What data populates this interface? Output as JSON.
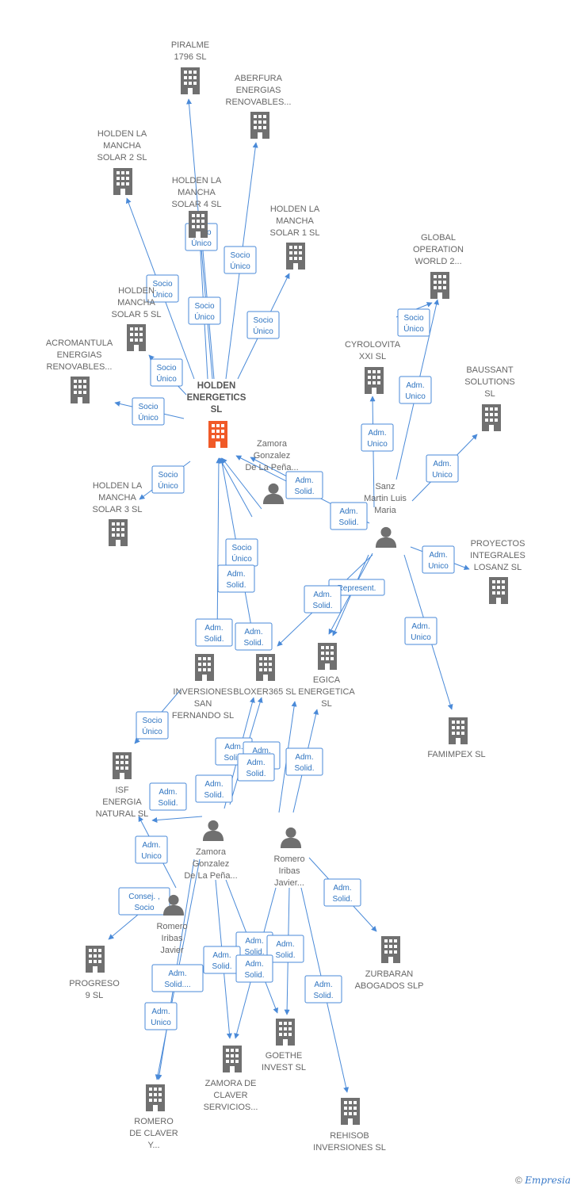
{
  "colors": {
    "edge": "#4a8ad8",
    "building": "#707070",
    "main_building": "#f05a28",
    "person": "#707070",
    "label": "#666666"
  },
  "nodes": [
    {
      "id": "piralme",
      "type": "company",
      "label": [
        "PIRALME",
        "1796  SL"
      ]
    },
    {
      "id": "aberfura",
      "type": "company",
      "label": [
        "ABERFURA",
        "ENERGIAS",
        "RENOVABLES..."
      ]
    },
    {
      "id": "holden2",
      "type": "company",
      "label": [
        "HOLDEN LA",
        "MANCHA",
        "SOLAR 2  SL"
      ]
    },
    {
      "id": "holden4",
      "type": "company",
      "label": [
        "HOLDEN LA",
        "MANCHA",
        "SOLAR 4  SL"
      ]
    },
    {
      "id": "holden1",
      "type": "company",
      "label": [
        "HOLDEN LA",
        "MANCHA",
        "SOLAR 1  SL"
      ]
    },
    {
      "id": "global",
      "type": "company",
      "label": [
        "GLOBAL",
        "OPERATION",
        "WORLD 2..."
      ]
    },
    {
      "id": "holden5",
      "type": "company",
      "label": [
        "HOLDEN",
        "MANCHA",
        "SOLAR 5  SL"
      ]
    },
    {
      "id": "cyrolovita",
      "type": "company",
      "label": [
        "CYROLOVITA",
        "XXI  SL"
      ]
    },
    {
      "id": "acromantula",
      "type": "company",
      "label": [
        "ACROMANTULA",
        "ENERGIAS",
        "RENOVABLES..."
      ]
    },
    {
      "id": "baussant",
      "type": "company",
      "label": [
        "BAUSSANT",
        "SOLUTIONS",
        "SL"
      ]
    },
    {
      "id": "holden_main",
      "type": "main",
      "label": [
        "HOLDEN",
        "ENERGETICS",
        "SL"
      ]
    },
    {
      "id": "zamora1",
      "type": "person",
      "label": [
        "Zamora",
        "Gonzalez",
        "De La Peña..."
      ]
    },
    {
      "id": "sanz",
      "type": "person",
      "label": [
        "Sanz",
        "Martin Luis",
        "Maria"
      ]
    },
    {
      "id": "holden3",
      "type": "company",
      "label": [
        "HOLDEN LA",
        "MANCHA",
        "SOLAR 3  SL"
      ]
    },
    {
      "id": "proyectos",
      "type": "company",
      "label": [
        "PROYECTOS",
        "INTEGRALES",
        "LOSANZ SL"
      ]
    },
    {
      "id": "inversiones",
      "type": "company",
      "label": [
        "INVERSIONES",
        "SAN",
        "FERNANDO SL"
      ]
    },
    {
      "id": "bloxer",
      "type": "company",
      "label": [
        "BLOXER365  SL"
      ]
    },
    {
      "id": "egica",
      "type": "company",
      "label": [
        "EGICA",
        "ENERGETICA",
        "SL"
      ]
    },
    {
      "id": "famimpex",
      "type": "company",
      "label": [
        "FAMIMPEX  SL"
      ]
    },
    {
      "id": "isf",
      "type": "company",
      "label": [
        "ISF",
        "ENERGIA",
        "NATURAL  SL"
      ]
    },
    {
      "id": "zamora2",
      "type": "person",
      "label": [
        "Zamora",
        "Gonzalez",
        "De La Peña..."
      ]
    },
    {
      "id": "romero1",
      "type": "person",
      "label": [
        "Romero",
        "Iribas",
        "Javier..."
      ]
    },
    {
      "id": "romero2",
      "type": "person",
      "label": [
        "Romero",
        "Iribas",
        "Javier"
      ]
    },
    {
      "id": "zurbaran",
      "type": "company",
      "label": [
        "ZURBARAN",
        "ABOGADOS  SLP"
      ]
    },
    {
      "id": "progreso",
      "type": "company",
      "label": [
        "PROGRESO",
        "9  SL"
      ]
    },
    {
      "id": "goethe",
      "type": "company",
      "label": [
        "GOETHE",
        "INVEST  SL"
      ]
    },
    {
      "id": "zamora_claver",
      "type": "company",
      "label": [
        "ZAMORA DE",
        "CLAVER",
        "SERVICIOS..."
      ]
    },
    {
      "id": "romero_claver",
      "type": "company",
      "label": [
        "ROMERO",
        "DE CLAVER",
        "Y..."
      ]
    },
    {
      "id": "rehisob",
      "type": "company",
      "label": [
        "REHISOB",
        "INVERSIONES SL"
      ]
    }
  ],
  "edges": [
    {
      "from": "holden_main",
      "to": "piralme",
      "label": []
    },
    {
      "from": "holden_main",
      "to": "holden4",
      "label": [
        "Socio",
        "Único"
      ]
    },
    {
      "from": "holden_main",
      "to": "holden4",
      "label": [
        "Socio",
        "Único"
      ]
    },
    {
      "from": "holden_main",
      "to": "aberfura",
      "label": [
        "Socio",
        "Único"
      ]
    },
    {
      "from": "holden_main",
      "to": "holden1",
      "label": [
        "Socio",
        "Único"
      ]
    },
    {
      "from": "holden_main",
      "to": "holden2",
      "label": [
        "Socio",
        "Único"
      ]
    },
    {
      "from": "holden_main",
      "to": "holden5",
      "label": [
        "Socio",
        "Único"
      ]
    },
    {
      "from": "holden_main",
      "to": "acromantula",
      "label": [
        "Socio",
        "Único"
      ]
    },
    {
      "from": "holden_main",
      "to": "holden3",
      "label": [
        "Socio",
        "Único"
      ]
    },
    {
      "from": "cyrolovita",
      "to": "global",
      "label": [
        "Socio",
        "Único"
      ]
    },
    {
      "from": "sanz",
      "to": "global",
      "label": [
        "Adm.",
        "Unico"
      ]
    },
    {
      "from": "sanz",
      "to": "cyrolovita",
      "label": [
        "Adm.",
        "Unico"
      ]
    },
    {
      "from": "sanz",
      "to": "baussant",
      "label": [
        "Adm.",
        "Unico"
      ]
    },
    {
      "from": "sanz",
      "to": "holden_main",
      "label": [
        "Adm.",
        "Solid."
      ]
    },
    {
      "from": "sanz",
      "to": "egica",
      "label": [
        "Adm.",
        "Solid."
      ]
    },
    {
      "from": "sanz",
      "to": "egica",
      "label": [
        "Represent."
      ]
    },
    {
      "from": "sanz",
      "to": "bloxer",
      "label": [
        "Adm.",
        "Solid."
      ]
    },
    {
      "from": "sanz",
      "to": "proyectos",
      "label": [
        "Adm.",
        "Unico"
      ]
    },
    {
      "from": "sanz",
      "to": "famimpex",
      "label": [
        "Adm.",
        "Unico"
      ]
    },
    {
      "from": "zamora1",
      "to": "holden_main",
      "label": [
        "Socio",
        "Único"
      ]
    },
    {
      "from": "zamora1",
      "to": "holden_main",
      "label": [
        "Adm.",
        "Solid."
      ]
    },
    {
      "from": "inversiones",
      "to": "holden_main",
      "label": [
        "Adm.",
        "Solid."
      ]
    },
    {
      "from": "bloxer",
      "to": "holden_main",
      "label": [
        "Adm.",
        "Solid."
      ]
    },
    {
      "from": "inversiones",
      "to": "isf",
      "label": [
        "Socio",
        "Único"
      ]
    },
    {
      "from": "zamora2",
      "to": "bloxer",
      "label": [
        "Adm.",
        "Solid."
      ]
    },
    {
      "from": "zamora2",
      "to": "bloxer",
      "label": [
        "Adm.",
        "Solid."
      ]
    },
    {
      "from": "romero1",
      "to": "bloxer",
      "label": [
        "Adm.",
        "Solid."
      ]
    },
    {
      "from": "romero1",
      "to": "egica",
      "label": [
        "Adm.",
        "Solid."
      ]
    },
    {
      "from": "zamora2",
      "to": "isf",
      "label": [
        "Adm.",
        "Solid."
      ]
    },
    {
      "from": "romero2",
      "to": "isf",
      "label": [
        "Adm.",
        "Solid."
      ]
    },
    {
      "from": "romero2",
      "to": "progreso",
      "label": [
        "Adm.",
        "Unico"
      ]
    },
    {
      "from": "romero1",
      "to": "zurbaran",
      "label": [
        "Consej. ,",
        "Socio"
      ]
    },
    {
      "from": "zamora2",
      "to": "goethe",
      "label": [
        "Adm.",
        "Solid."
      ]
    },
    {
      "from": "romero1",
      "to": "goethe",
      "label": [
        "Adm.",
        "Solid."
      ]
    },
    {
      "from": "zamora2",
      "to": "zamora_claver",
      "label": [
        "Adm.",
        "Solid."
      ]
    },
    {
      "from": "romero1",
      "to": "zamora_claver",
      "label": [
        "Adm.",
        "Solid."
      ]
    },
    {
      "from": "zamora2",
      "to": "romero_claver",
      "label": [
        "Adm.",
        "Solid."
      ]
    },
    {
      "from": "zamora2",
      "to": "romero_claver",
      "label": [
        "Adm.",
        "Solid...."
      ]
    },
    {
      "from": "romero1",
      "to": "rehisob",
      "label": [
        "Adm.",
        "Unico"
      ]
    },
    {
      "from": "romero1",
      "to": "holden_main",
      "label": [
        "Adm.",
        "Solid."
      ]
    }
  ],
  "footer": {
    "copyright": "©",
    "brand": "Empresia"
  }
}
